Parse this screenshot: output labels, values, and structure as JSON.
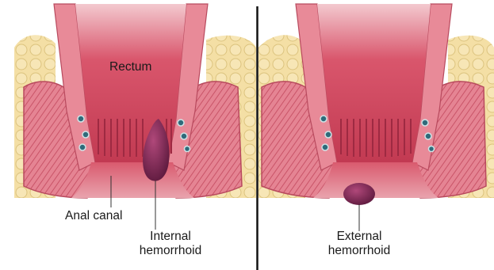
{
  "labels": {
    "rectum": "Rectum",
    "anal_canal": "Anal canal",
    "internal": [
      "Internal",
      "hemorrhoid"
    ],
    "external": [
      "External",
      "hemorrhoid"
    ]
  },
  "colors": {
    "fat": "#f2dc9e",
    "muscle": "#e07b8a",
    "lumen": "#c4364f",
    "hemorrhoid": "#7a2550",
    "divider": "#111111"
  }
}
